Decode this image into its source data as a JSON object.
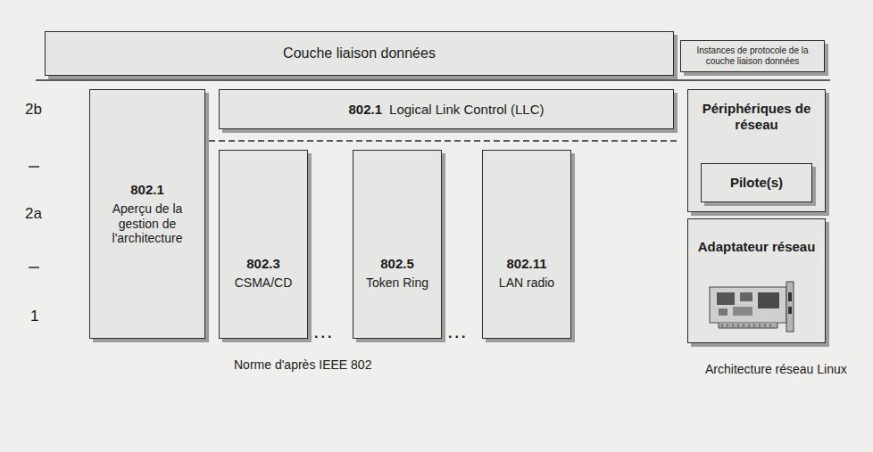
{
  "diagram": {
    "nodes": [
      {
        "text": [
          "Couche liaison données"
        ]
      },
      {
        "text": [
          "Instances de protocole de la couche liaison données"
        ]
      },
      {
        "text": [
          "802.1",
          "Logical Link Control (LLC)"
        ]
      },
      {
        "text": [
          "802.1",
          "Aperçu de la gestion de l'architecture"
        ]
      },
      {
        "text": [
          "802.3",
          "CSMA/CD"
        ]
      },
      {
        "text": [
          "802.5",
          "Token Ring"
        ]
      },
      {
        "text": [
          "802.11",
          "LAN radio"
        ]
      },
      {
        "text": [
          "Périphériques de réseau"
        ]
      },
      {
        "text": [
          "Pilote(s)"
        ],
        "in": 7
      },
      {
        "text": [
          "Adaptateur réseau"
        ]
      }
    ],
    "labels": [
      "2b",
      "2a",
      "1",
      "...",
      "...",
      "Norme d'après IEEE 802",
      "Architecture réseau Linux"
    ]
  }
}
